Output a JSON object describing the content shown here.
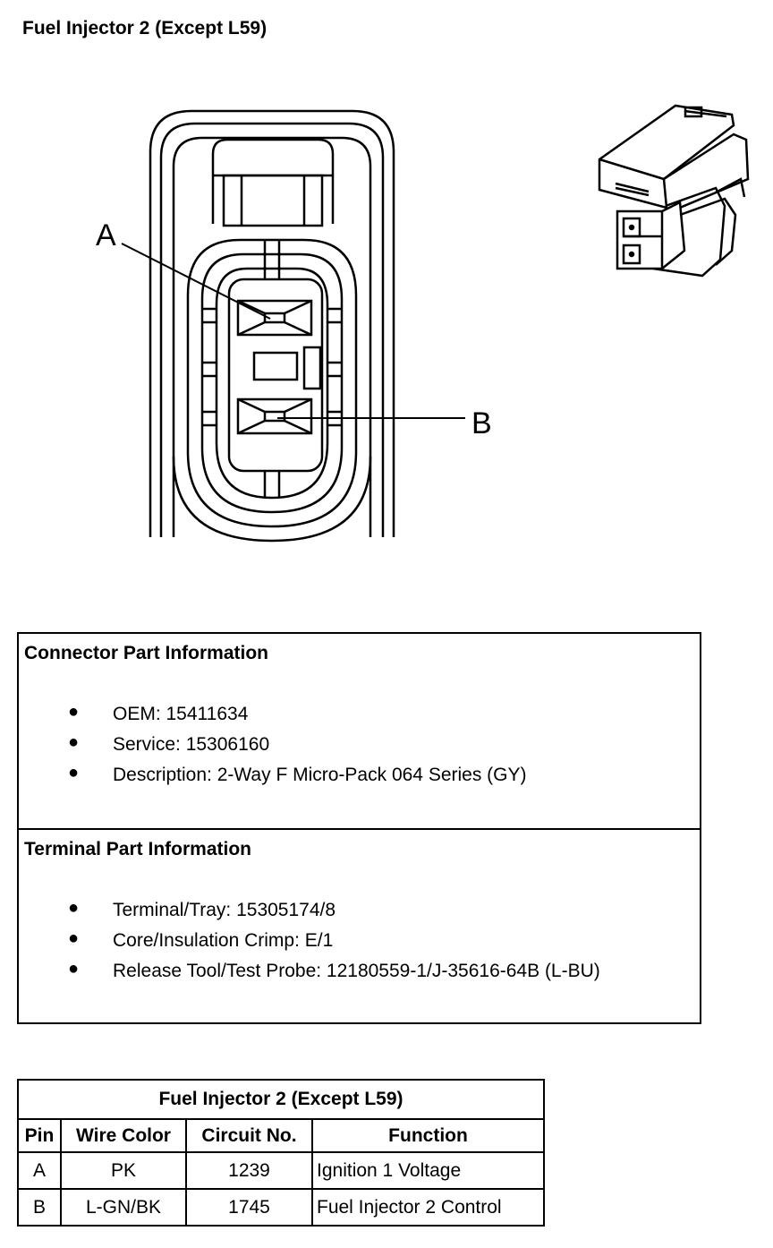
{
  "title": "Fuel Injector 2 (Except L59)",
  "diagram": {
    "pin_labels": [
      "A",
      "B"
    ]
  },
  "connector_info": {
    "heading": "Connector Part Information",
    "items": [
      "OEM: 15411634",
      "Service: 15306160",
      "Description: 2-Way F Micro-Pack 064 Series (GY)"
    ]
  },
  "terminal_info": {
    "heading": "Terminal Part Information",
    "items": [
      "Terminal/Tray: 15305174/8",
      "Core/Insulation Crimp: E/1",
      "Release Tool/Test Probe: 12180559-1/J-35616-64B (L-BU)"
    ]
  },
  "pin_table": {
    "caption": "Fuel Injector 2 (Except L59)",
    "headers": [
      "Pin",
      "Wire Color",
      "Circuit No.",
      "Function"
    ],
    "rows": [
      [
        "A",
        "PK",
        "1239",
        "Ignition 1 Voltage"
      ],
      [
        "B",
        "L-GN/BK",
        "1745",
        "Fuel Injector 2 Control"
      ]
    ]
  }
}
